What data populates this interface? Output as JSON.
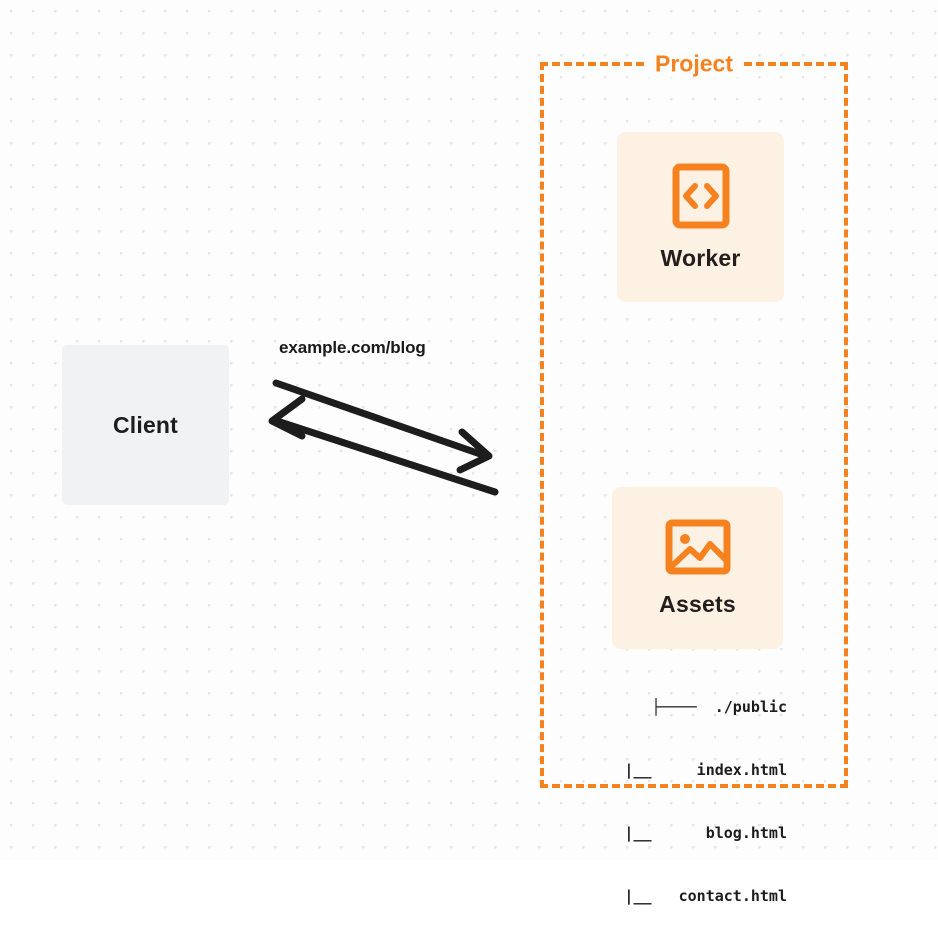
{
  "diagram": {
    "title_visible": false,
    "background": {
      "color": "#fdfdfd",
      "dot_color": "#e6e6e8"
    },
    "accent_color": "#f6821f",
    "card_background": "#fdf1e4",
    "client_background": "#f1f2f4"
  },
  "client": {
    "label": "Client",
    "icon": "none"
  },
  "connection": {
    "label": "example.com/blog",
    "request_direction": "client-to-project",
    "response_direction": "project-to-client",
    "stroke_color": "#1d1d1d"
  },
  "project": {
    "title": "Project",
    "border_style": "dashed",
    "border_color": "#f6821f",
    "nodes": [
      {
        "id": "worker",
        "label": "Worker",
        "icon": "code-brackets-icon",
        "icon_color": "#f6821f"
      },
      {
        "id": "assets",
        "label": "Assets",
        "icon": "image-picture-icon",
        "icon_color": "#f6821f"
      }
    ]
  },
  "file_tree": {
    "rows": [
      "├────  ./public",
      "   |__     index.html",
      "   |__      blog.html",
      "   |__   contact.html"
    ],
    "entries": [
      {
        "name": "./public",
        "type": "directory"
      },
      {
        "name": "index.html",
        "type": "file"
      },
      {
        "name": "blog.html",
        "type": "file"
      },
      {
        "name": "contact.html",
        "type": "file"
      }
    ]
  }
}
